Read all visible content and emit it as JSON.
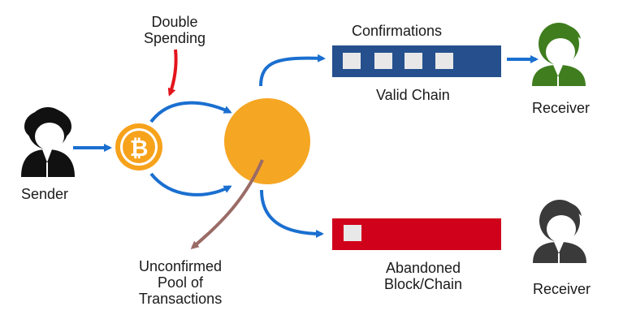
{
  "labels": {
    "double_spending_line1": "Double",
    "double_spending_line2": "Spending",
    "confirmations": "Confirmations",
    "valid_chain": "Valid Chain",
    "receiver_top": "Receiver",
    "sender": "Sender",
    "unconfirmed_line1": "Unconfirmed",
    "unconfirmed_line2": "Pool of",
    "unconfirmed_line3": "Transactions",
    "abandoned_line1": "Abandoned",
    "abandoned_line2": "Block/Chain",
    "receiver_bottom": "Receiver"
  },
  "colors": {
    "arrow_blue": "#1a6fd0",
    "red_arrow": "#e3141c",
    "brown_arrow": "#9a6b66",
    "pool_circle": "#f5a623",
    "bitcoin_gold": "#f7a21b",
    "valid_chain_bar": "#25508d",
    "abandoned_bar": "#d0021b",
    "block_fill": "#e8e8e8",
    "receiver_valid": "#3f7d1e",
    "receiver_abandoned": "#3a3a3a",
    "sender": "#111111"
  },
  "icons": {
    "sender": "person-icon",
    "receiver_valid": "person-icon",
    "receiver_abandoned": "person-icon",
    "coin": "bitcoin-icon"
  },
  "valid_chain_blocks": 4,
  "abandoned_chain_blocks": 1
}
